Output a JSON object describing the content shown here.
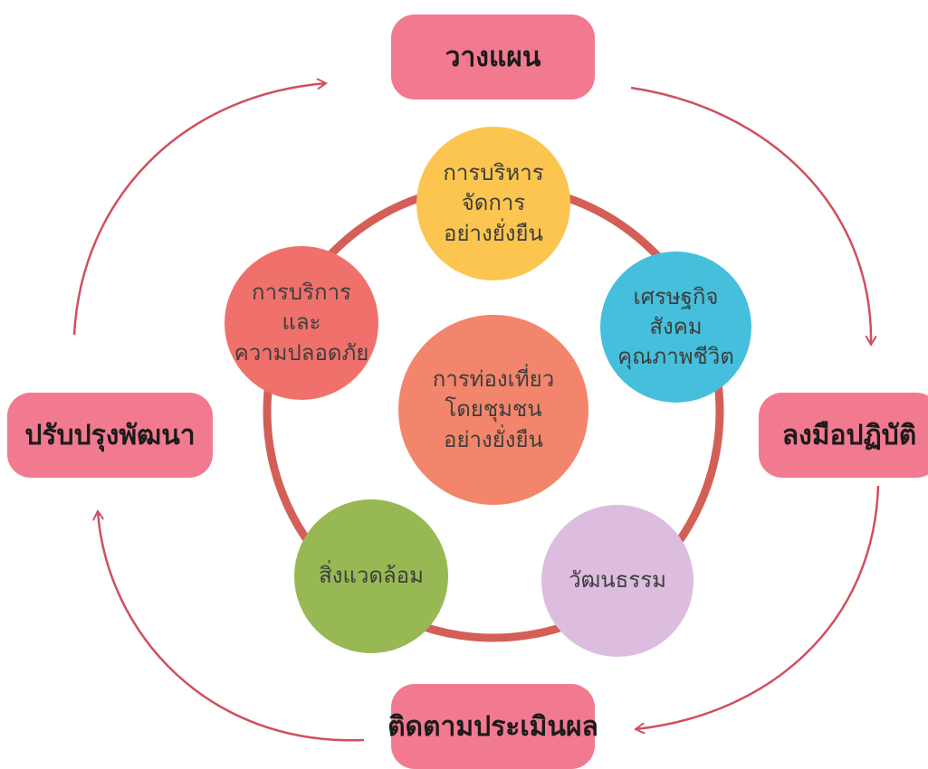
{
  "colors": {
    "stage_box": "#f27a90",
    "arrow": "#d04f5f",
    "ring": "#d35f57",
    "center": "#f2856b",
    "top": "#fbc54f",
    "right": "#45bfdb",
    "bottom_right": "#dcbde0",
    "bottom_left": "#98b853",
    "left": "#f0716b"
  },
  "cycle": {
    "plan": "วางแผน",
    "do": "ลงมือปฏิบัติ",
    "check": "ติดตามประเมินผล",
    "improve": "ปรับปรุงพัฒนา"
  },
  "center": {
    "lines": [
      "การท่องเที่ยว",
      "โดยชุมชน",
      "อย่างยั่งยืน"
    ]
  },
  "pillars": {
    "management": {
      "lines": [
        "การบริหาร",
        "จัดการ",
        "อย่างยั่งยืน"
      ]
    },
    "economy": {
      "lines": [
        "เศรษฐกิจ",
        "สังคม",
        "คุณภาพชีวิต"
      ]
    },
    "culture": {
      "lines": [
        "วัฒนธรรม"
      ]
    },
    "environment": {
      "lines": [
        "สิ่งแวดล้อม"
      ]
    },
    "service": {
      "lines": [
        "การบริการ",
        "และ",
        "ความปลอดภัย"
      ]
    }
  }
}
